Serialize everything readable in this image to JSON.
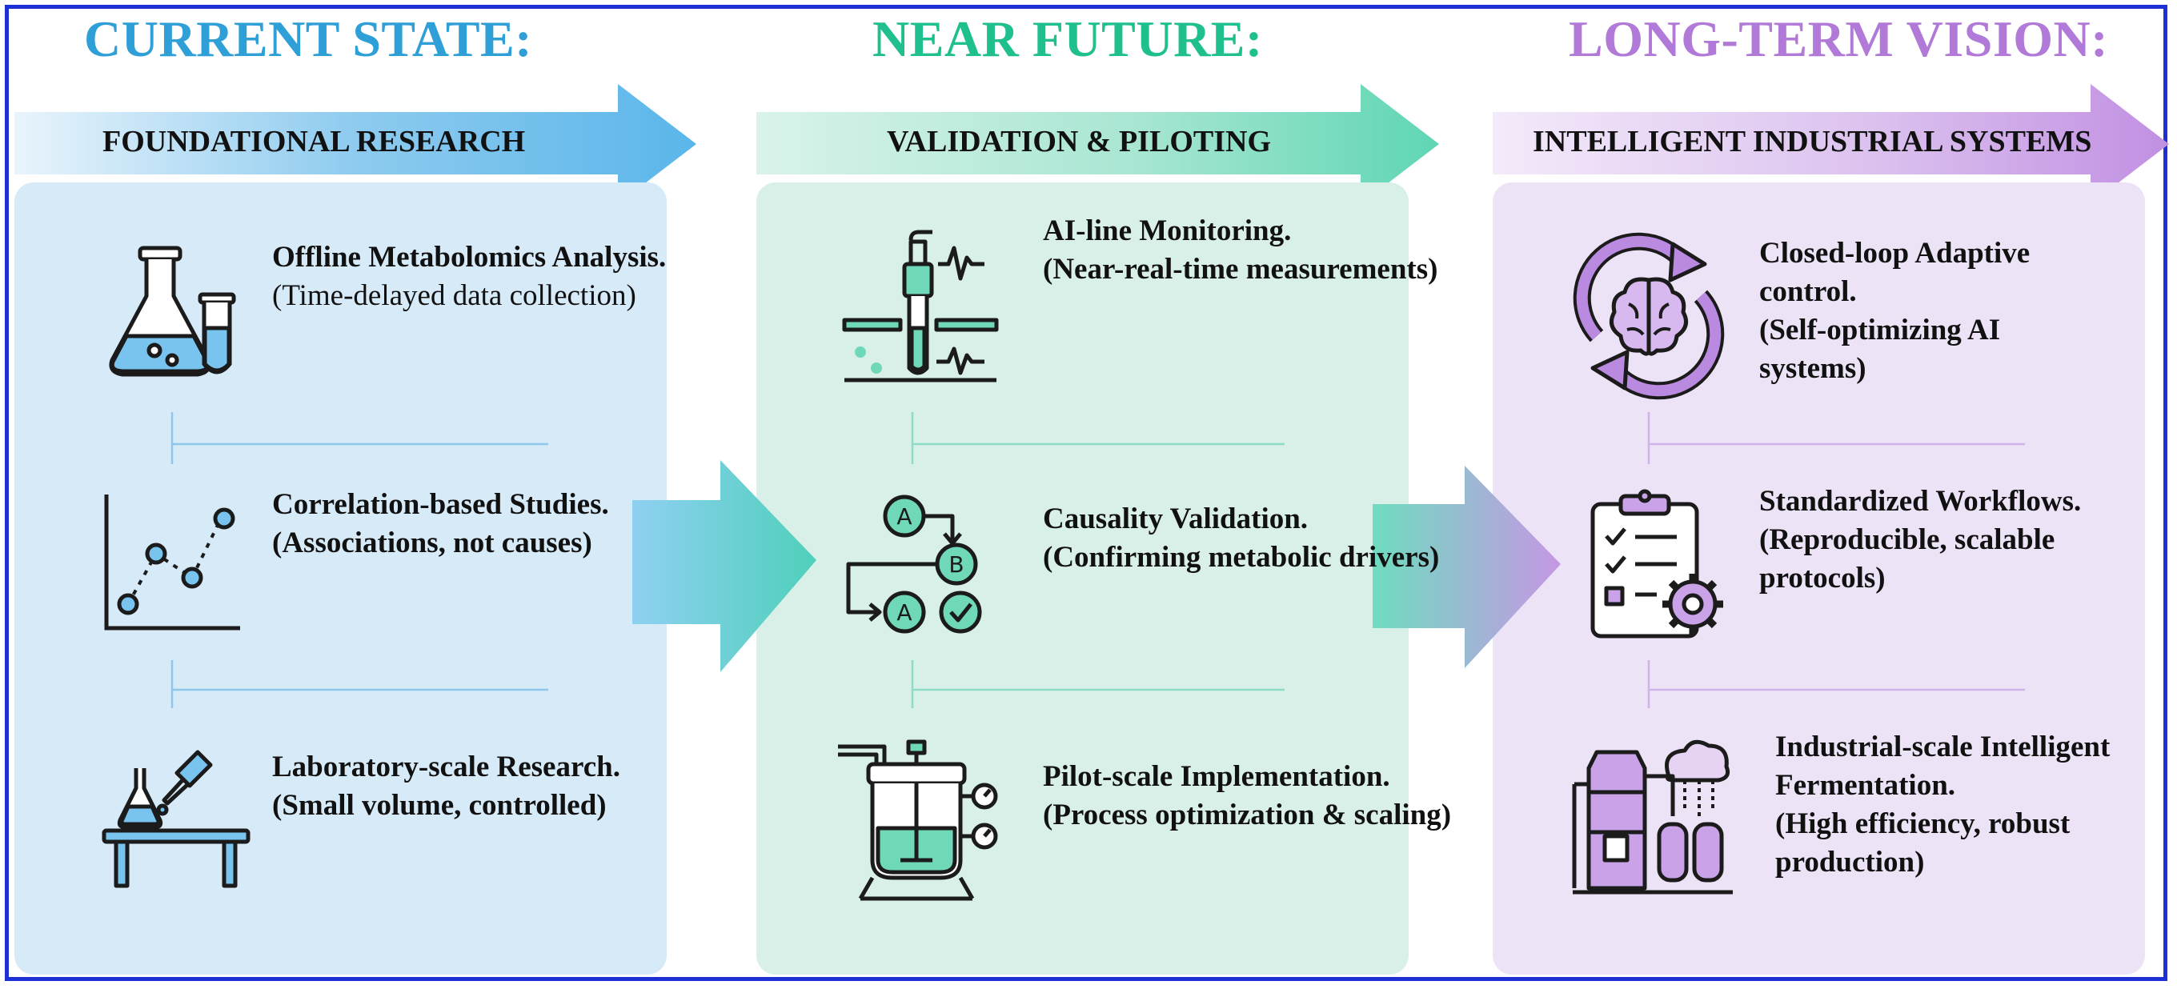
{
  "phases": [
    {
      "title": "CURRENT STATE:",
      "band": "FOUNDATIONAL RESEARCH",
      "color": "#2f9fd7",
      "items": [
        {
          "title": "Offline Metabolomics Analysis.",
          "subtitle": "(Time-delayed data collection)",
          "icon": "lab-flask-icon"
        },
        {
          "title": "Correlation-based Studies.",
          "subtitle": "(Associations, not causes)",
          "icon": "scatter-plot-icon"
        },
        {
          "title": "Laboratory-scale Research.",
          "subtitle": "(Small volume, controlled)",
          "icon": "lab-bench-dropper-icon"
        }
      ]
    },
    {
      "title": "NEAR FUTURE:",
      "band": "VALIDATION & PILOTING",
      "color": "#1fbf8e",
      "items": [
        {
          "title": "AI-line Monitoring.",
          "subtitle": "(Near-real-time measurements)",
          "icon": "inline-sensor-probe-icon"
        },
        {
          "title": "Causality Validation.",
          "subtitle": "(Confirming metabolic drivers)",
          "icon": "causal-flow-icon"
        },
        {
          "title": "Pilot-scale Implementation.",
          "subtitle": "(Process optimization & scaling)",
          "icon": "pilot-bioreactor-icon"
        }
      ]
    },
    {
      "title": "LONG-TERM VISION:",
      "band": "INTELLIGENT INDUSTRIAL SYSTEMS",
      "color": "#b27ad8",
      "items": [
        {
          "title": "Closed-loop Adaptive control.",
          "subtitle": "(Self-optimizing AI systems)",
          "icon": "brain-cycle-icon"
        },
        {
          "title": "Standardized Workflows.",
          "subtitle": "(Reproducible, scalable protocols)",
          "icon": "clipboard-gear-icon"
        },
        {
          "title": "Industrial-scale Intelligent Fermentation.",
          "subtitle": "(High efficiency, robust production)",
          "icon": "industrial-fermenter-cloud-icon"
        }
      ]
    }
  ]
}
